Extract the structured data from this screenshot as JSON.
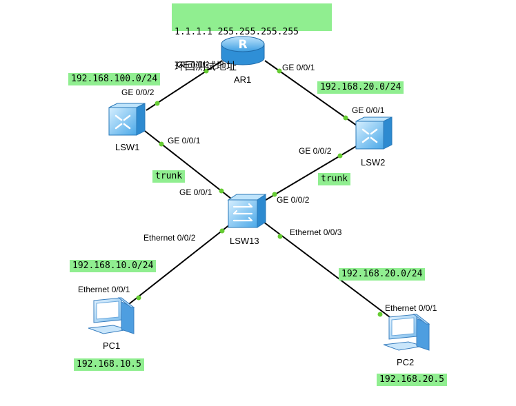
{
  "colors": {
    "link": "#000000",
    "port_dot": "#66cc33",
    "note_bg": "#90ee90"
  },
  "nodes": {
    "ar1": {
      "label": "AR1",
      "icon": "router-icon"
    },
    "lsw1": {
      "label": "LSW1",
      "icon": "switch-icon"
    },
    "lsw2": {
      "label": "LSW2",
      "icon": "switch-icon"
    },
    "lsw13": {
      "label": "LSW13",
      "icon": "switch-icon"
    },
    "pc1": {
      "label": "PC1",
      "icon": "pc-icon"
    },
    "pc2": {
      "label": "PC2",
      "icon": "pc-icon"
    }
  },
  "links": [
    {
      "from": "ar1",
      "from_port": "GE 0/0/2",
      "to": "lsw1",
      "to_port": "GE 0/0/2"
    },
    {
      "from": "ar1",
      "from_port": "GE 0/0/1",
      "to": "lsw2",
      "to_port": "GE 0/0/1"
    },
    {
      "from": "lsw1",
      "from_port": "GE 0/0/1",
      "to": "lsw13",
      "to_port": "GE 0/0/1"
    },
    {
      "from": "lsw2",
      "from_port": "GE 0/0/2",
      "to": "lsw13",
      "to_port": "GE 0/0/2"
    },
    {
      "from": "lsw13",
      "from_port": "Ethernet 0/0/2",
      "to": "pc1",
      "to_port": "Ethernet 0/0/1"
    },
    {
      "from": "lsw13",
      "from_port": "Ethernet 0/0/3",
      "to": "pc2",
      "to_port": "Ethernet 0/0/1"
    }
  ],
  "notes": {
    "loopback_line1": "1.1.1.1 255.255.255.255",
    "loopback_line2": "环回测试地址",
    "net_lsw1": "192.168.100.0/24",
    "net_lsw2": "192.168.20.0/24",
    "trunk_left": "trunk",
    "trunk_right": "trunk",
    "net_pc1": "192.168.10.0/24",
    "net_pc2": "192.168.20.0/24",
    "ip_pc1": "192.168.10.5",
    "ip_pc2": "192.168.20.5"
  }
}
